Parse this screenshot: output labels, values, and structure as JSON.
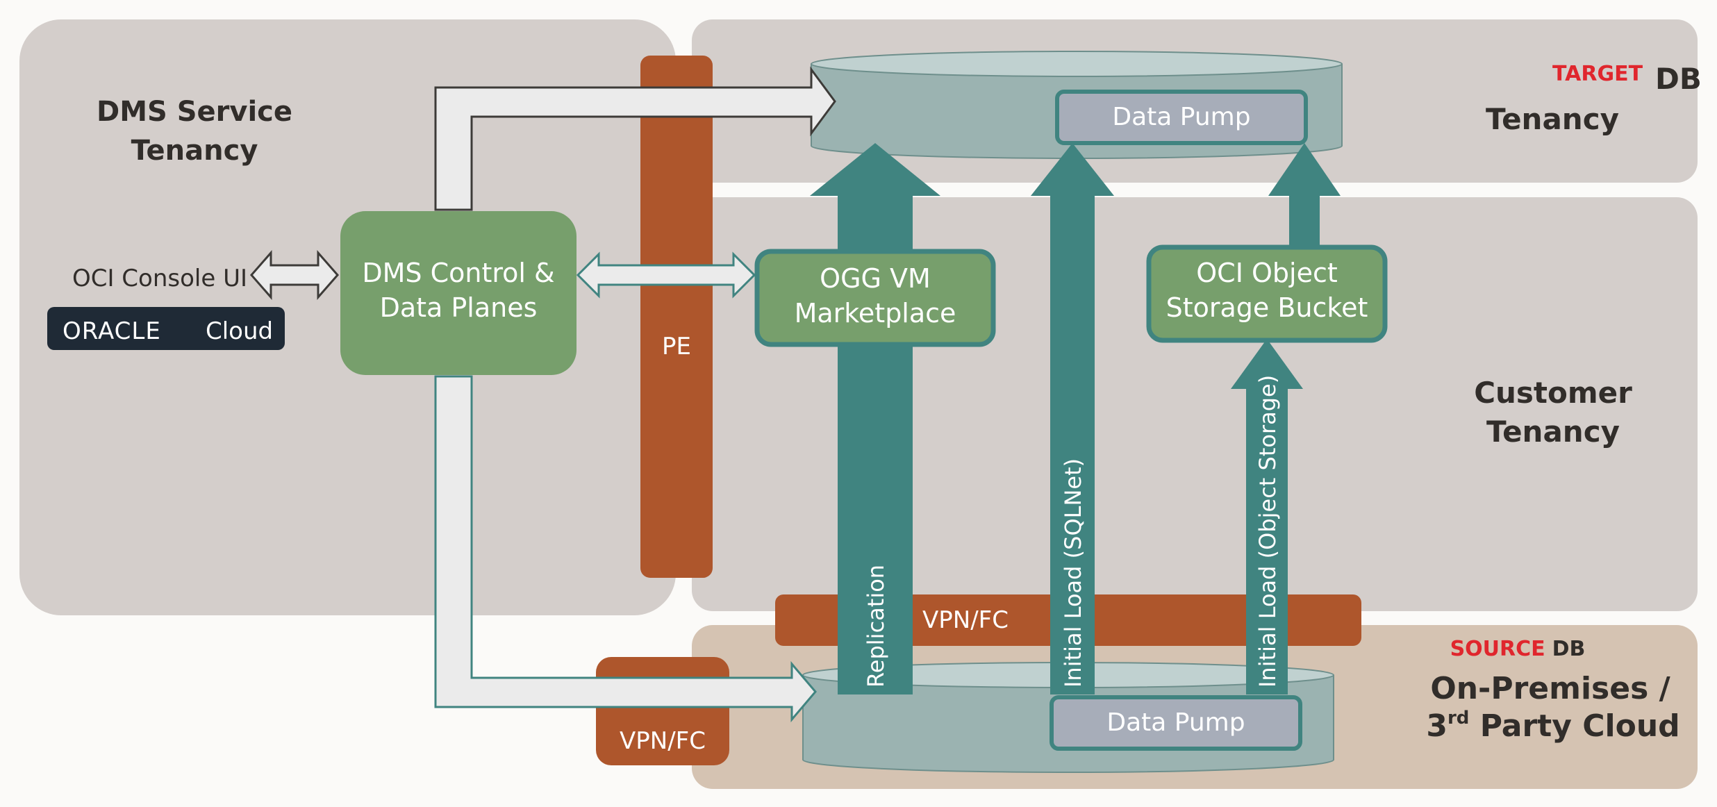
{
  "regions": {
    "dms_service": "DMS Service\nTenancy",
    "target_prefix": "TARGET",
    "target_db": "DB",
    "target_tenancy": "Tenancy",
    "customer": "Customer\nTenancy",
    "source_prefix": "SOURCE",
    "source_db": "DB",
    "onprem_line1": "On-Premises /",
    "onprem_3": "3",
    "onprem_rd": "rd",
    "onprem_rest": " Party Cloud"
  },
  "nodes": {
    "oci_console": "OCI Console UI",
    "oracle_logo_word": "ORACLE",
    "oracle_logo_cloud": "Cloud",
    "dms_control": "DMS Control &\nData Planes",
    "pe": "PE",
    "ogg_vm": "OGG VM\nMarketplace",
    "object_storage": "OCI Object\nStorage Bucket",
    "data_pump_target": "Data Pump",
    "data_pump_source": "Data Pump",
    "vpn_fc_wide": "VPN/FC",
    "vpn_fc_small": "VPN/FC"
  },
  "flows": {
    "replication": "Replication",
    "initial_load_sqlnet": "Initial Load (SQLNet)",
    "initial_load_object_storage": "Initial Load (Object Storage)"
  },
  "colors": {
    "tenancy_gray": "#d4cecb",
    "onprem_tan": "#d5c3b2",
    "rust": "#ae562c",
    "teal": "#408480",
    "green": "#779f6c",
    "db_body": "#9bb3b1",
    "db_top": "#c0d1d0",
    "pump": "#a7adb9",
    "red_label": "#e0262d",
    "dark_text": "#312d2a"
  }
}
